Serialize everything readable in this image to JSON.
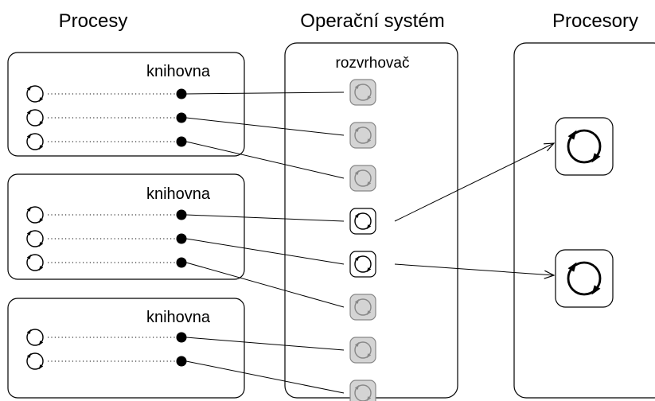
{
  "columns": {
    "processes_title": "Procesy",
    "os_title": "Operační systém",
    "cpus_title": "Procesory"
  },
  "os": {
    "scheduler_label": "rozvrhovač",
    "slots": [
      {
        "state": "idle"
      },
      {
        "state": "idle"
      },
      {
        "state": "idle"
      },
      {
        "state": "running"
      },
      {
        "state": "running"
      },
      {
        "state": "idle"
      },
      {
        "state": "idle"
      },
      {
        "state": "idle"
      }
    ]
  },
  "processes": [
    {
      "library_label": "knihovna",
      "threads": [
        {
          "slot": 1
        },
        {
          "slot": 2
        },
        {
          "slot": 3
        }
      ]
    },
    {
      "library_label": "knihovna",
      "threads": [
        {
          "slot": 4
        },
        {
          "slot": 5
        },
        {
          "slot": 6
        }
      ]
    },
    {
      "library_label": "knihovna",
      "threads": [
        {
          "slot": 7
        },
        {
          "slot": 8
        }
      ]
    }
  ],
  "processors": [
    {
      "from_slot": 4
    },
    {
      "from_slot": 5
    }
  ],
  "colors": {
    "stroke": "#000000",
    "idle_fill": "#d4d4d4",
    "idle_stroke": "#888888",
    "running_fill": "#ffffff"
  },
  "icon": "rotating-thread-icon"
}
